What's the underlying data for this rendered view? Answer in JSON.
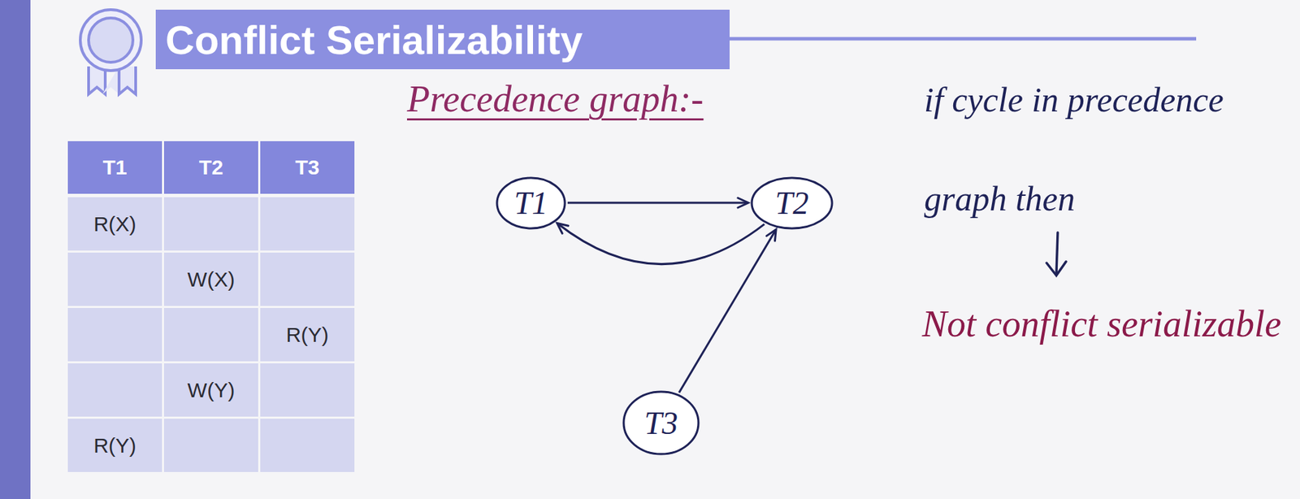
{
  "diagram": {
    "title": "Conflict Serializability",
    "nodes": [
      {
        "text": [
          "T1"
        ]
      },
      {
        "text": [
          "T2"
        ]
      },
      {
        "text": [
          "T3"
        ]
      }
    ],
    "edges": [
      {
        "from": 0,
        "to": 1,
        "arrow": "to"
      },
      {
        "from": 1,
        "to": 0,
        "arrow": "to"
      },
      {
        "from": 2,
        "to": 1,
        "arrow": "to"
      }
    ],
    "labels": [
      "T1",
      "T2",
      "T3",
      "R(X)",
      "W(X)",
      "R(Y)",
      "W(Y)",
      "R(Y)",
      "Precedence graph:-",
      "if cycle in precedence graph then",
      "Not conflict serializable"
    ]
  }
}
